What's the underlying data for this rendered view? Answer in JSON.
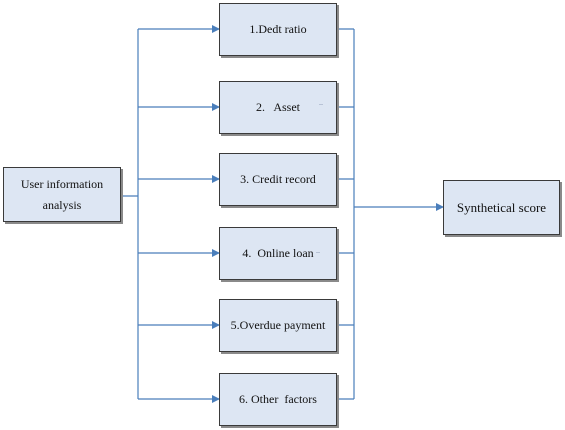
{
  "source": {
    "label": "User information\nanalysis"
  },
  "factors": [
    {
      "label": "1.Dedt ratio"
    },
    {
      "label": "2.   Asset"
    },
    {
      "label": "3. Credit record"
    },
    {
      "label": "4.  Online loan"
    },
    {
      "label": "5.Overdue payment"
    },
    {
      "label": "6. Other  factors"
    }
  ],
  "result": {
    "label": "Synthetical score"
  },
  "colors": {
    "connector": "#4a7ebb",
    "box_fill": "#dde6f3",
    "box_border": "#3a3a3a"
  }
}
